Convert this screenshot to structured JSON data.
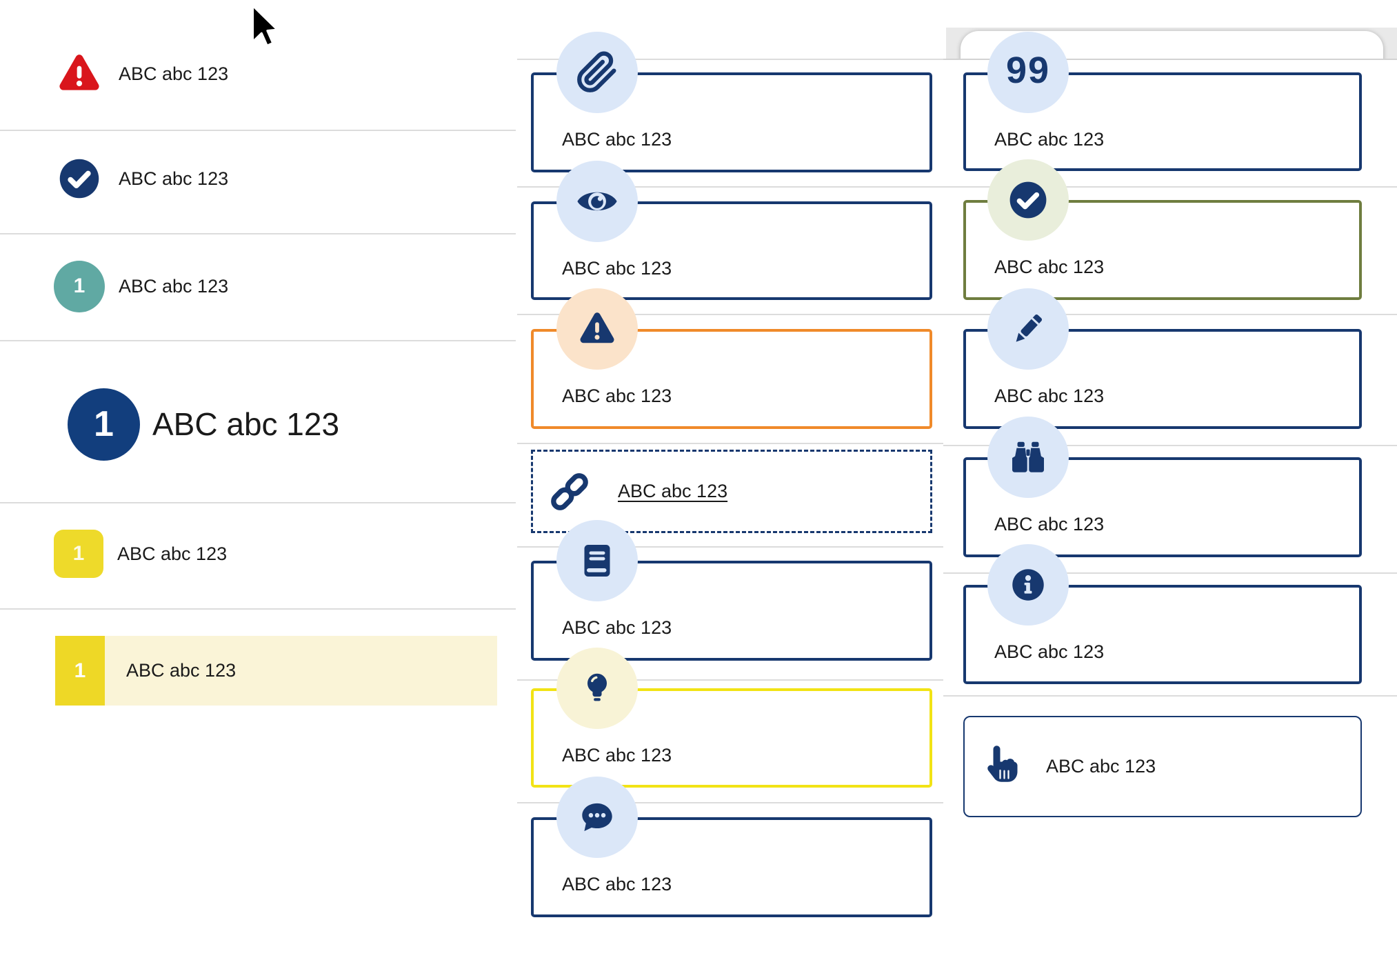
{
  "colors": {
    "navy": "#17386f",
    "red": "#d9161c",
    "teal": "#60a9a3",
    "orange_border": "#f08a2a",
    "olive_border": "#6f7d3f",
    "yellow_border": "#f2e315",
    "yellow_badge_square": "#eeda2a",
    "highlight_row_bg": "#faf4d7",
    "badge_light_blue": "#dbe7f8",
    "badge_peach": "#fbe3ca",
    "badge_pale_yellow": "#f8f3d6",
    "badge_pale_green": "#e9eedb",
    "text": "#1a1a1a",
    "divider_gray": "#dcdcdc",
    "tab_band_gray": "#e9e9e9"
  },
  "icons": {
    "quote_glyph": "99"
  },
  "left_list": {
    "items": [
      {
        "icon": "warning-triangle-icon",
        "label": "ABC abc 123"
      },
      {
        "icon": "check-circle-icon",
        "label": "ABC abc 123"
      },
      {
        "icon": "number-badge-teal",
        "badge": "1",
        "label": "ABC abc 123"
      },
      {
        "icon": "number-badge-navy-large",
        "badge": "1",
        "label": "ABC abc 123",
        "variant": "headline"
      },
      {
        "icon": "number-badge-yellow",
        "badge": "1",
        "label": "ABC abc 123"
      },
      {
        "icon": "number-badge-yellow",
        "badge": "1",
        "label": "ABC abc 123",
        "variant": "highlighted"
      }
    ]
  },
  "middle_callouts": {
    "items": [
      {
        "icon": "paperclip-icon",
        "label": "ABC abc 123",
        "variant": "default"
      },
      {
        "icon": "eye-icon",
        "label": "ABC abc 123",
        "variant": "default"
      },
      {
        "icon": "warning-triangle-icon",
        "label": "ABC abc 123",
        "variant": "warning"
      },
      {
        "icon": "link-icon",
        "label": "ABC abc 123",
        "variant": "link-dashed"
      },
      {
        "icon": "book-icon",
        "label": "ABC abc 123",
        "variant": "default"
      },
      {
        "icon": "lightbulb-icon",
        "label": "ABC abc 123",
        "variant": "tip"
      },
      {
        "icon": "chat-bubble-icon",
        "label": "ABC abc 123",
        "variant": "default"
      }
    ]
  },
  "right_callouts": {
    "items": [
      {
        "icon": "quote-icon",
        "label": "ABC abc 123",
        "variant": "default"
      },
      {
        "icon": "check-circle-icon",
        "label": "ABC abc 123",
        "variant": "success"
      },
      {
        "icon": "pencil-icon",
        "label": "ABC abc 123",
        "variant": "default"
      },
      {
        "icon": "binoculars-icon",
        "label": "ABC abc 123",
        "variant": "default"
      },
      {
        "icon": "info-circle-icon",
        "label": "ABC abc 123",
        "variant": "default"
      },
      {
        "icon": "hand-pointer-icon",
        "label": "ABC abc 123",
        "variant": "action"
      }
    ]
  }
}
